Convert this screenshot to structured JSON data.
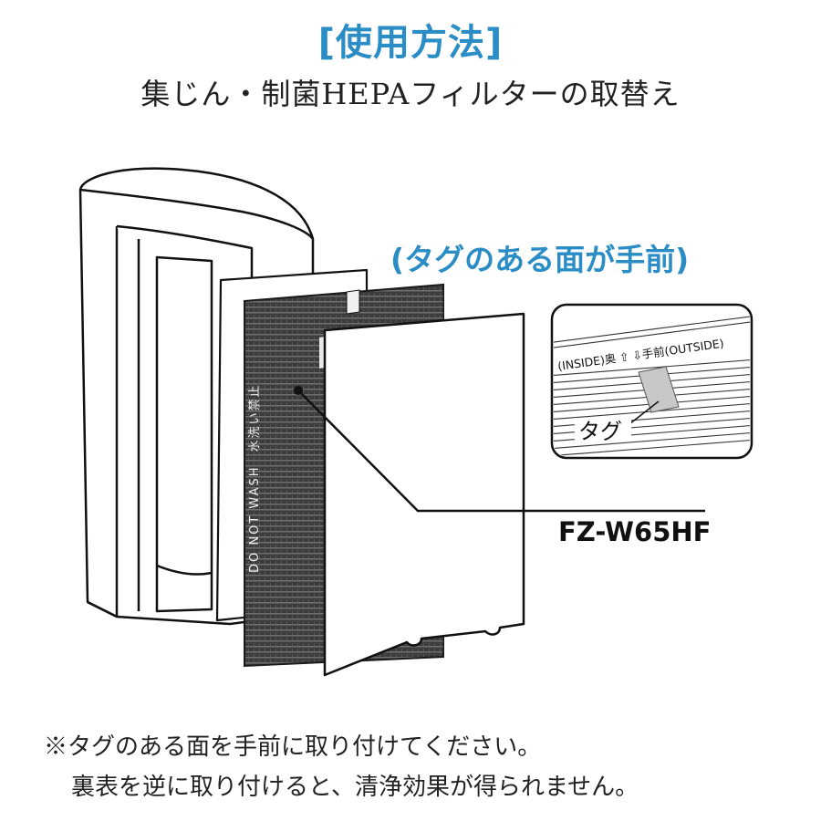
{
  "header": {
    "title": "[使用方法]",
    "subtitle": "集じん・制菌HEPAフィルターの取替え"
  },
  "illustration": {
    "tag_side_caption": "(タグのある面が手前)",
    "filter_print": "DO NOT WASH　水洗い禁止",
    "model_label": "FZ-W65HF",
    "detail": {
      "orientation_label": "(INSIDE)奥 ⇧ ⇩手前(OUTSIDE)",
      "tag_label": "タグ"
    }
  },
  "notes": {
    "line1": "※タグのある面を手前に取り付けてください。",
    "line2": "裏表を逆に取り付けると、清浄効果が得られません。"
  },
  "colors": {
    "accent": "#2a8dc5",
    "filter": "#3a3a3a",
    "tag": "#c8c8c8"
  }
}
